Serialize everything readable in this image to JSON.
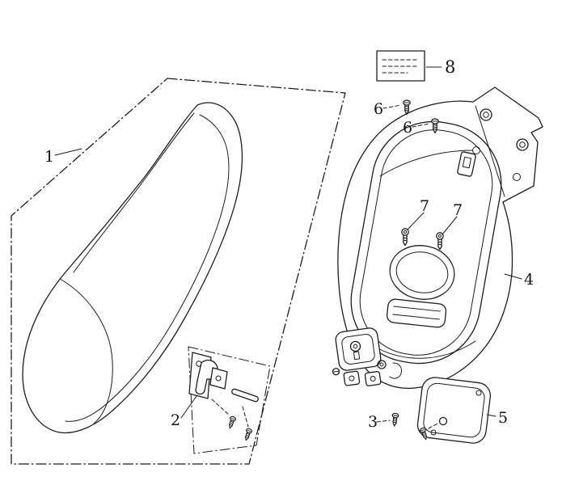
{
  "page": {
    "background": "#ffffff",
    "line_color": "#1d1d1d",
    "kind": "exploded-parts-diagram"
  },
  "callouts": {
    "c1": "1",
    "c2": "2",
    "c3": "3",
    "c4": "4",
    "c5": "5",
    "c6a": "6",
    "c6b": "6",
    "c7a": "7",
    "c7b": "7",
    "c8": "8"
  }
}
